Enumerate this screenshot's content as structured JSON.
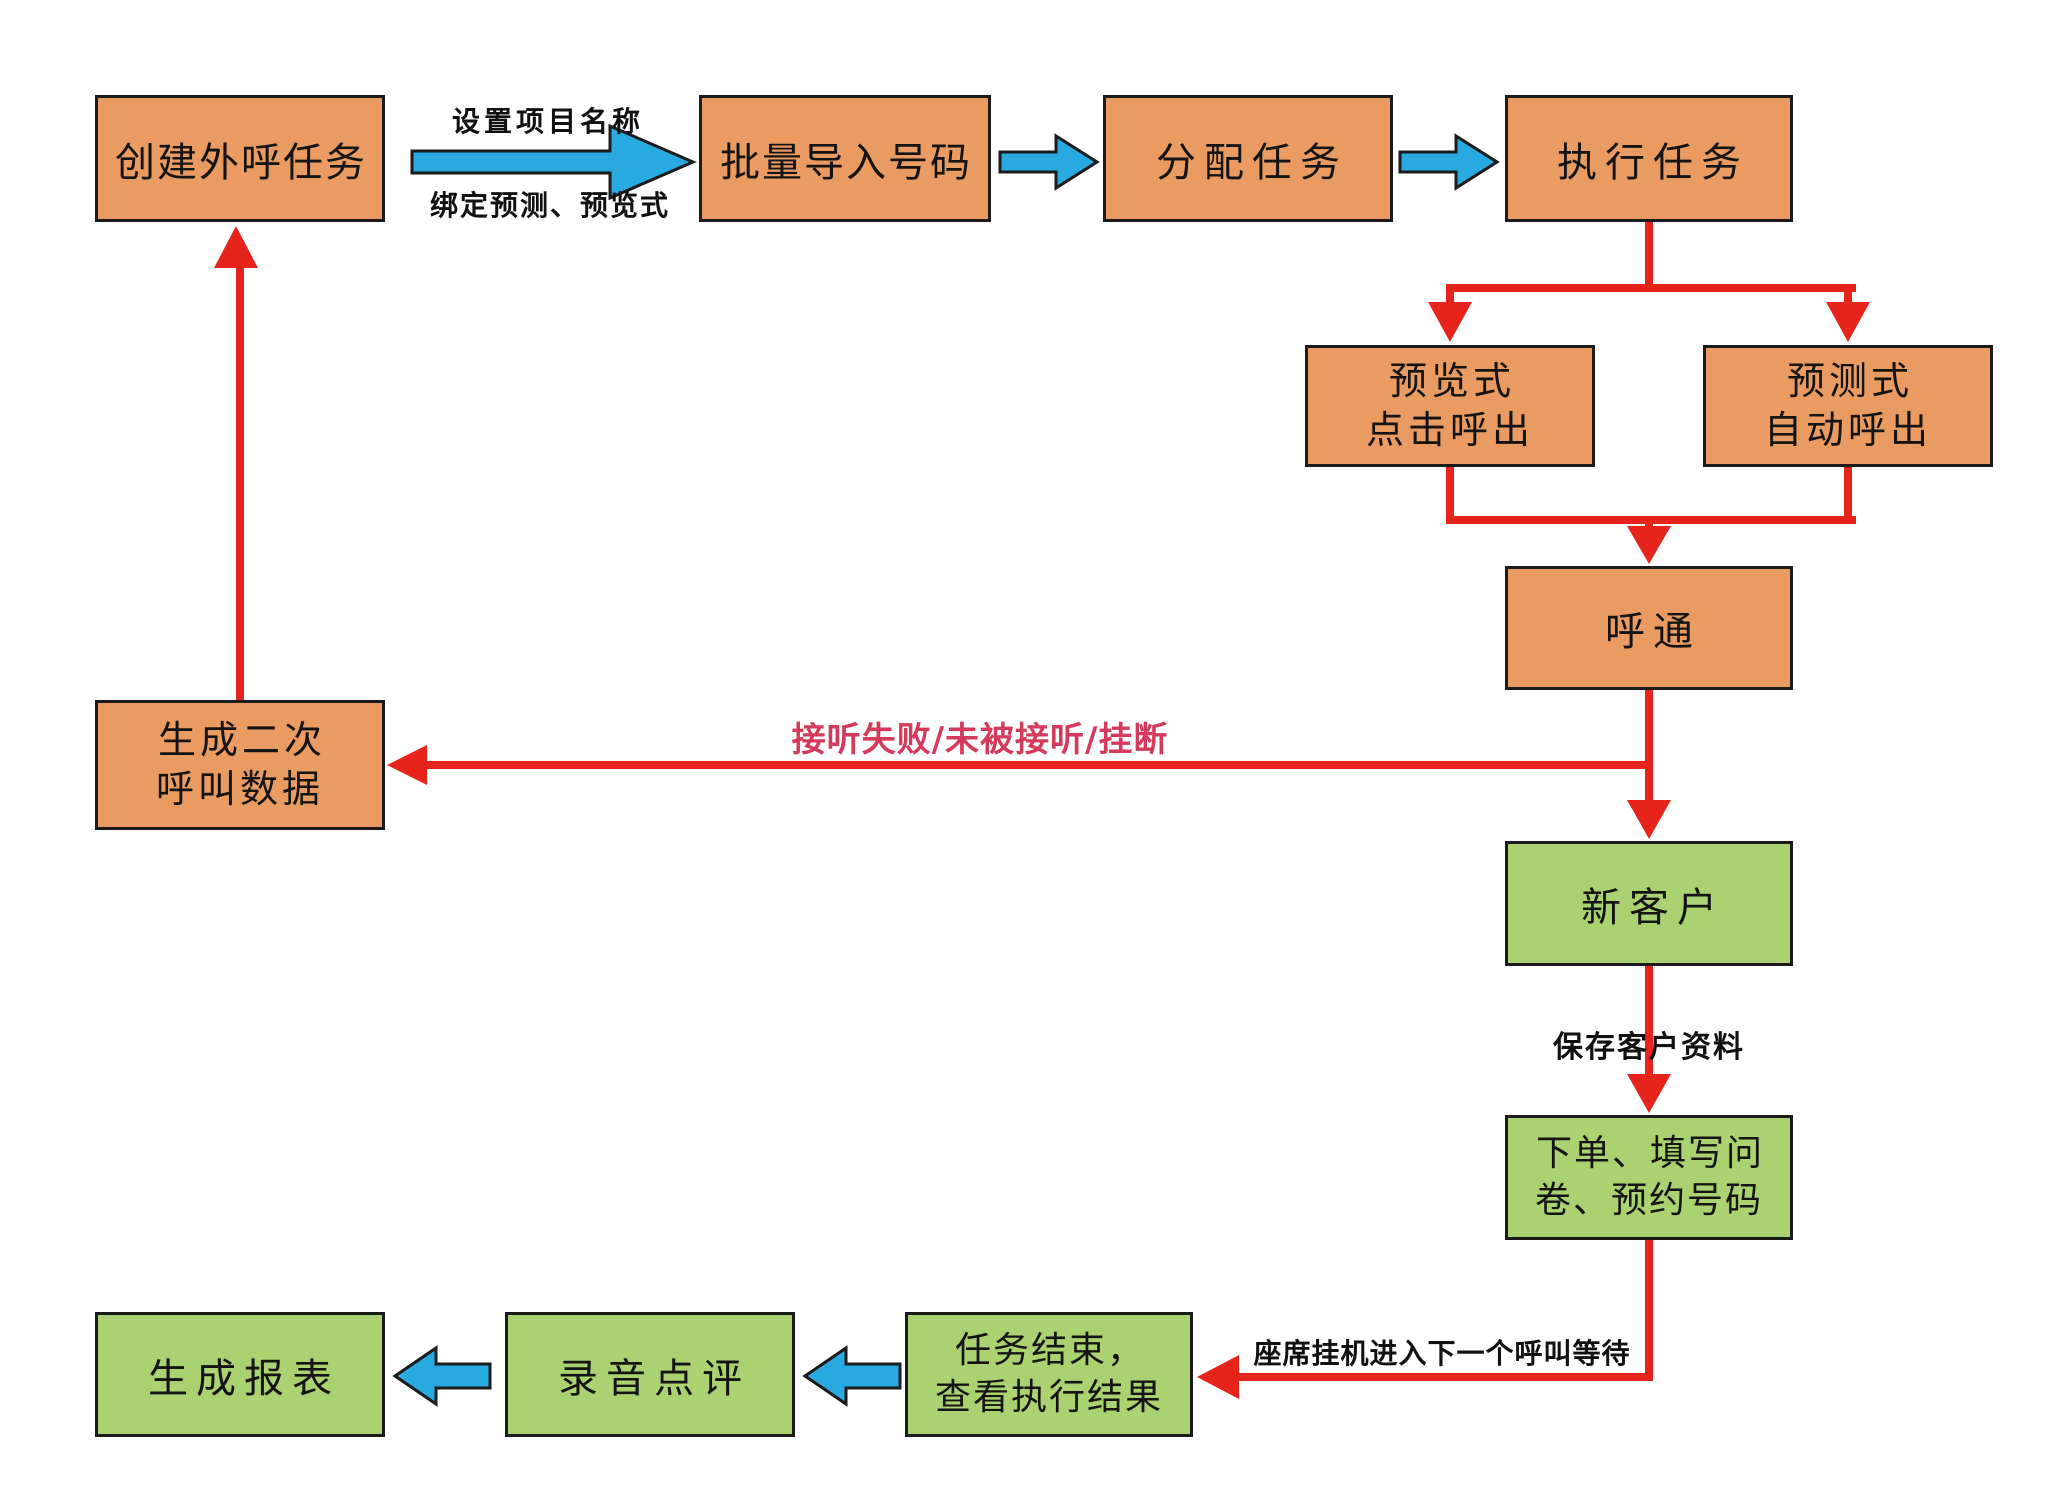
{
  "flowchart": {
    "title": "outbound-call-task-flow",
    "nodes": {
      "create_task": {
        "label": "创建外呼任务"
      },
      "import_numbers": {
        "label": "批量导入号码"
      },
      "assign_task": {
        "label": "分配任务"
      },
      "execute_task": {
        "label": "执行任务"
      },
      "preview_call": {
        "label": "预览式\n点击呼出"
      },
      "predictive_call": {
        "label": "预测式\n自动呼出"
      },
      "call_connected": {
        "label": "呼通"
      },
      "secondary_data": {
        "label": "生成二次\n呼叫数据"
      },
      "new_customer": {
        "label": "新客户"
      },
      "place_order": {
        "label": "下单、填写问\n卷、预约号码"
      },
      "task_end": {
        "label": "任务结束，\n查看执行结果"
      },
      "recording_review": {
        "label": "录音点评"
      },
      "generate_report": {
        "label": "生成报表"
      }
    },
    "edge_labels": {
      "set_project_name": "设置项目名称",
      "bind_modes": "绑定预测、预览式",
      "call_failed": "接听失败/未被接听/挂断",
      "save_customer_info": "保存客户资料",
      "agent_hangup": "座席挂机进入下一个呼叫等待"
    },
    "colors": {
      "orange_node": "#EA9B61",
      "green_node": "#ABD271",
      "blue_arrow": "#28A9E0",
      "red_line": "#E6241C",
      "crimson_label": "#D5395B",
      "node_border": "#1B1B1B",
      "label_text": "#111111",
      "background": "#FFFFFF"
    }
  }
}
